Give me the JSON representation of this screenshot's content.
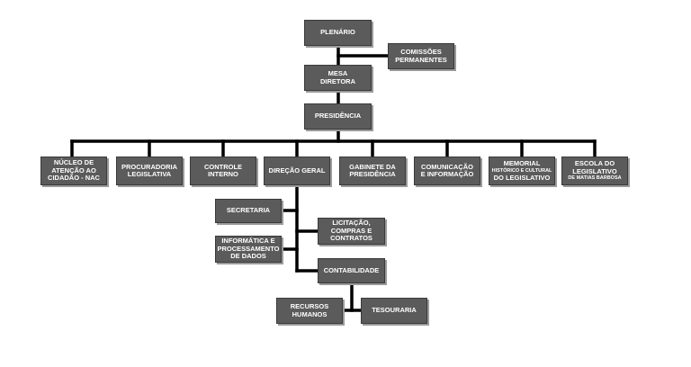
{
  "nodes": {
    "plenario": {
      "lines": [
        "PLENÁRIO"
      ]
    },
    "comissoes": {
      "lines": [
        "COMISSÕES",
        "PERMANENTES"
      ]
    },
    "mesa": {
      "lines": [
        "MESA",
        "DIRETORA"
      ]
    },
    "presidencia": {
      "lines": [
        "PRESIDÊNCIA"
      ]
    },
    "nac": {
      "lines": [
        "NÚCLEO DE",
        "ATENÇÃO AO",
        "CIDADÃO - NAC"
      ]
    },
    "procuradoria": {
      "lines": [
        "PROCURADORIA",
        "LEGISLATIVA"
      ]
    },
    "controle": {
      "lines": [
        "CONTROLE",
        "INTERNO"
      ]
    },
    "direcao": {
      "lines": [
        "DIREÇÃO GERAL"
      ]
    },
    "gabinete": {
      "lines": [
        "GABINETE DA",
        "PRESIDÊNCIA"
      ]
    },
    "comunicacao": {
      "lines": [
        "COMUNICAÇÃO",
        "E INFORMAÇÃO"
      ]
    },
    "memorial": {
      "lines": [
        "MEMORIAL",
        "HISTÓRICO E CULTURAL",
        "DO LEGISLATIVO"
      ]
    },
    "escola": {
      "lines": [
        "ESCOLA DO",
        "LEGISLATIVO",
        "DE MATIAS BARBOSA"
      ]
    },
    "secretaria": {
      "lines": [
        "SECRETARIA"
      ]
    },
    "licitacao": {
      "lines": [
        "LICITAÇÃO,",
        "COMPRAS E",
        "CONTRATOS"
      ]
    },
    "informatica": {
      "lines": [
        "INFORMÁTICA E",
        "PROCESSAMENTO",
        "DE DADOS"
      ]
    },
    "contabilidade": {
      "lines": [
        "CONTABILIDADE"
      ]
    },
    "recursos": {
      "lines": [
        "RECURSOS",
        "HUMANOS"
      ]
    },
    "tesouraria": {
      "lines": [
        "TESOURARIA"
      ]
    }
  }
}
